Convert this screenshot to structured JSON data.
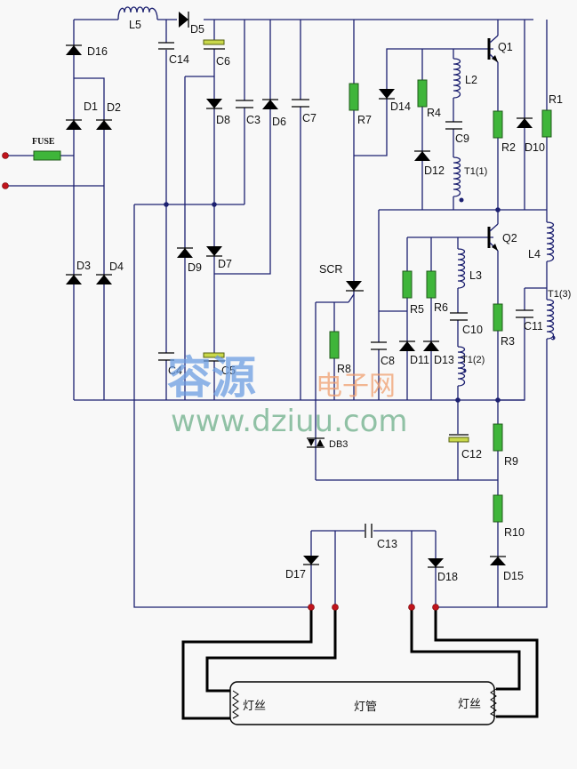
{
  "diagram": {
    "title": "Electronic ballast circuit for fluorescent tube",
    "colors": {
      "wire": "#1c2070",
      "resistor": "#3fb53a",
      "electrolytic_capacitor": "#c9d84a",
      "terminal": "#c0141c",
      "lamp_wire": "#000000"
    },
    "input": {
      "fuse_label": "FUSE"
    },
    "components": {
      "L5": "L5",
      "D5": "D5",
      "C14": "C14",
      "C6": "C6",
      "D16": "D16",
      "D1": "D1",
      "D2": "D2",
      "D3": "D3",
      "D4": "D4",
      "D8": "D8",
      "C3": "C3",
      "D6": "D6",
      "C7": "C7",
      "D9": "D9",
      "D7": "D7",
      "C4": "C4",
      "C5": "C5",
      "R7": "R7",
      "D14": "D14",
      "R4": "R4",
      "L2": "L2",
      "C9": "C9",
      "D12": "D12",
      "T1_1": "T1(1)",
      "Q1": "Q1",
      "R2": "R2",
      "D10": "D10",
      "R1": "R1",
      "SCR": "SCR",
      "R8": "R8",
      "C8": "C8",
      "R5": "R5",
      "R6": "R6",
      "D11": "D11",
      "D13": "D13",
      "L3": "L3",
      "C10": "C10",
      "T1_2": "T1(2)",
      "Q2": "Q2",
      "R3": "R3",
      "C11": "C11",
      "L4": "L4",
      "T1_3": "T1(3)",
      "DB3": "DB3",
      "C12": "C12",
      "R9": "R9",
      "R10": "R10",
      "D15": "D15",
      "C13": "C13",
      "D17": "D17",
      "D18": "D18"
    },
    "lamp": {
      "tube_label": "灯管",
      "filament_left_label": "灯丝",
      "filament_right_label": "灯丝"
    },
    "watermark": {
      "brand": "容源",
      "sub": "电子网",
      "url": "www.dziuu.com"
    }
  }
}
